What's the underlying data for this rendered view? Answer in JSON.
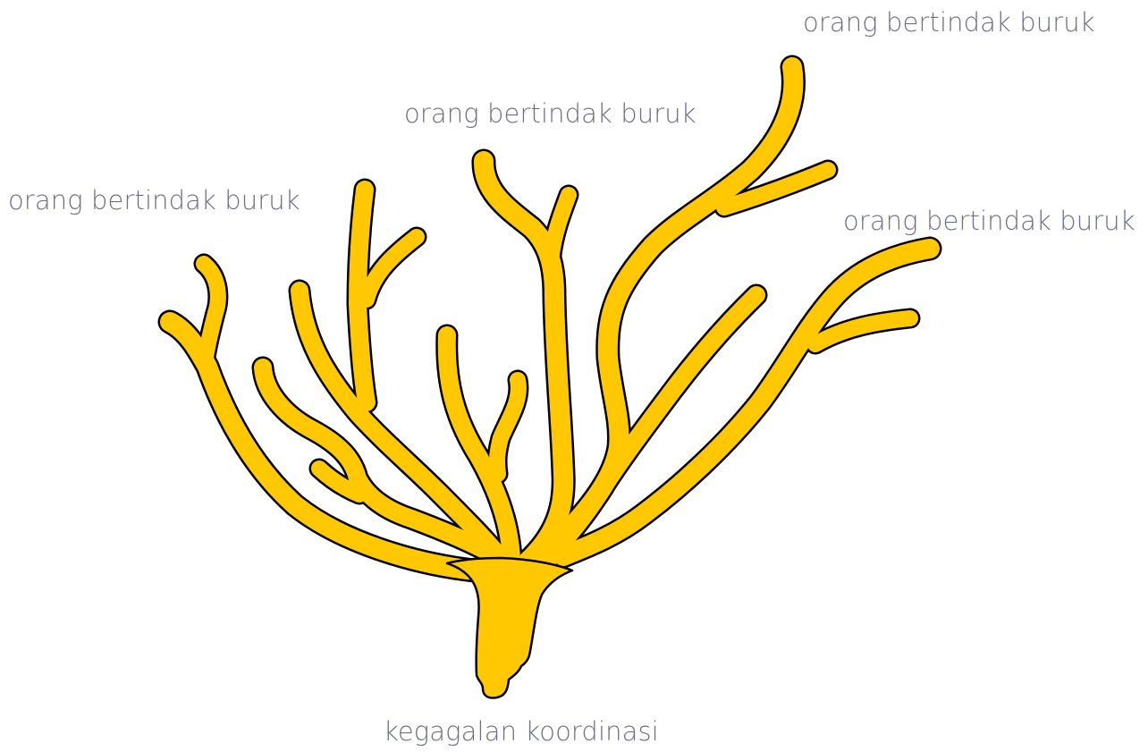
{
  "diagram": {
    "branch_labels": [
      "orang bertindak buruk",
      "orang bertindak buruk",
      "orang bertindak buruk",
      "orang bertindak buruk"
    ],
    "root_label": "kegagalan koordinasi"
  },
  "colors": {
    "tree_fill": "#FFC800",
    "tree_outline": "#000000",
    "label_text": "#6E6E86",
    "background": "#FFFFFF"
  }
}
